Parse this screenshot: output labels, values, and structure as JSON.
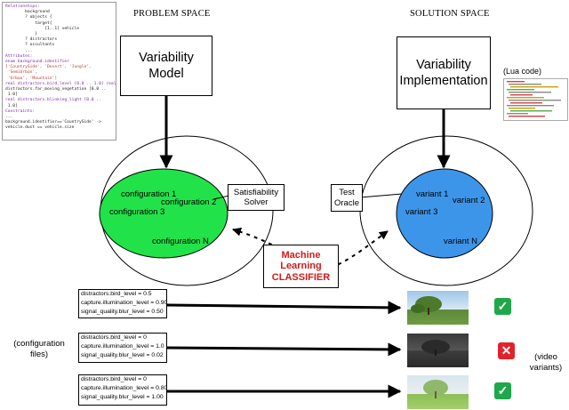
{
  "code_panel": {
    "lines": [
      {
        "t": "Relationships:",
        "c": "kw"
      },
      {
        "t": "        background",
        "c": "plain"
      },
      {
        "t": "        ? objects {",
        "c": "plain"
      },
      {
        "t": "            target{",
        "c": "plain"
      },
      {
        "t": "                [1..1] vehicle",
        "c": "plain"
      },
      {
        "t": "            }",
        "c": "plain"
      },
      {
        "t": "        ? distractors",
        "c": "plain"
      },
      {
        "t": "        ? occultants",
        "c": "plain"
      },
      {
        "t": "        ...",
        "c": "plain"
      },
      {
        "t": "Attributes:",
        "c": "kw"
      },
      {
        "t": "enum background.identifier",
        "c": "kw"
      },
      {
        "t": "['CountrySide', 'Desert', 'Jungle',",
        "c": "str"
      },
      {
        "t": " 'SemiUrban',",
        "c": "str"
      },
      {
        "t": " 'Urban', 'Mountain']",
        "c": "str"
      },
      {
        "t": "real distractors.bird_level [0.0 .. 1.0] real",
        "c": "kw"
      },
      {
        "t": "distractors.far_moving_vegetation [0.0 ..",
        "c": "plain"
      },
      {
        "t": " 1.0]",
        "c": "plain"
      },
      {
        "t": "real distractors.blinking_light [0.0 ..",
        "c": "kw"
      },
      {
        "t": " 1.0]",
        "c": "plain"
      },
      {
        "t": "Constraints:",
        "c": "kw"
      },
      {
        "t": "...",
        "c": "plain"
      },
      {
        "t": "background.identifier=='CountrySide' ->",
        "c": "plain"
      },
      {
        "t": "vehicle.dust == vehicle.size",
        "c": "plain"
      }
    ]
  },
  "titles": {
    "problem_space": "PROBLEM SPACE",
    "solution_space": "SOLUTION SPACE"
  },
  "variability_model": {
    "line1": "Variability",
    "line2": "Model"
  },
  "variability_implementation": {
    "line1": "Variability",
    "line2": "Implementation"
  },
  "lua_label": "(Lua code)",
  "configurations": [
    "configuration 1",
    "configuration 2",
    "configuration 3",
    "configuration N"
  ],
  "variants": [
    "variant 1",
    "variant 2",
    "variant 3",
    "variant N"
  ],
  "satisfiability_solver": {
    "line1": "Satisfiability",
    "line2": "Solver"
  },
  "test_oracle": {
    "line1": "Test",
    "line2": "Oracle"
  },
  "ml_classifier": {
    "line1": "Machine",
    "line2": "Learning",
    "line3": "CLASSIFIER"
  },
  "config_files": [
    {
      "lines": [
        "distractors.bird_level = 0.5",
        "capture.illumination_level = 0.90",
        "signal_quality.blur_level = 0.50"
      ],
      "result": "pass"
    },
    {
      "lines": [
        "distractors.bird_level = 0",
        "capture.illumination_level = 1.0",
        "signal_quality.blur_level = 0.02"
      ],
      "result": "fail"
    },
    {
      "lines": [
        "distractors.bird_level = 0",
        "capture.illumination_level = 0.80",
        "signal_quality.blur_level = 1.00"
      ],
      "result": "pass"
    }
  ],
  "configuration_files_label": {
    "line1": "(configuration",
    "line2": "files)"
  },
  "video_variants_label": {
    "line1": "(video",
    "line2": "variants)"
  },
  "result_symbols": {
    "pass": "✓",
    "fail": "✕"
  },
  "colors": {
    "config_ellipse": "#22e24a",
    "variant_ellipse": "#3d95ea",
    "pass": "#1ea84a",
    "fail": "#e1222a",
    "ml_text": "#d11a1a"
  }
}
